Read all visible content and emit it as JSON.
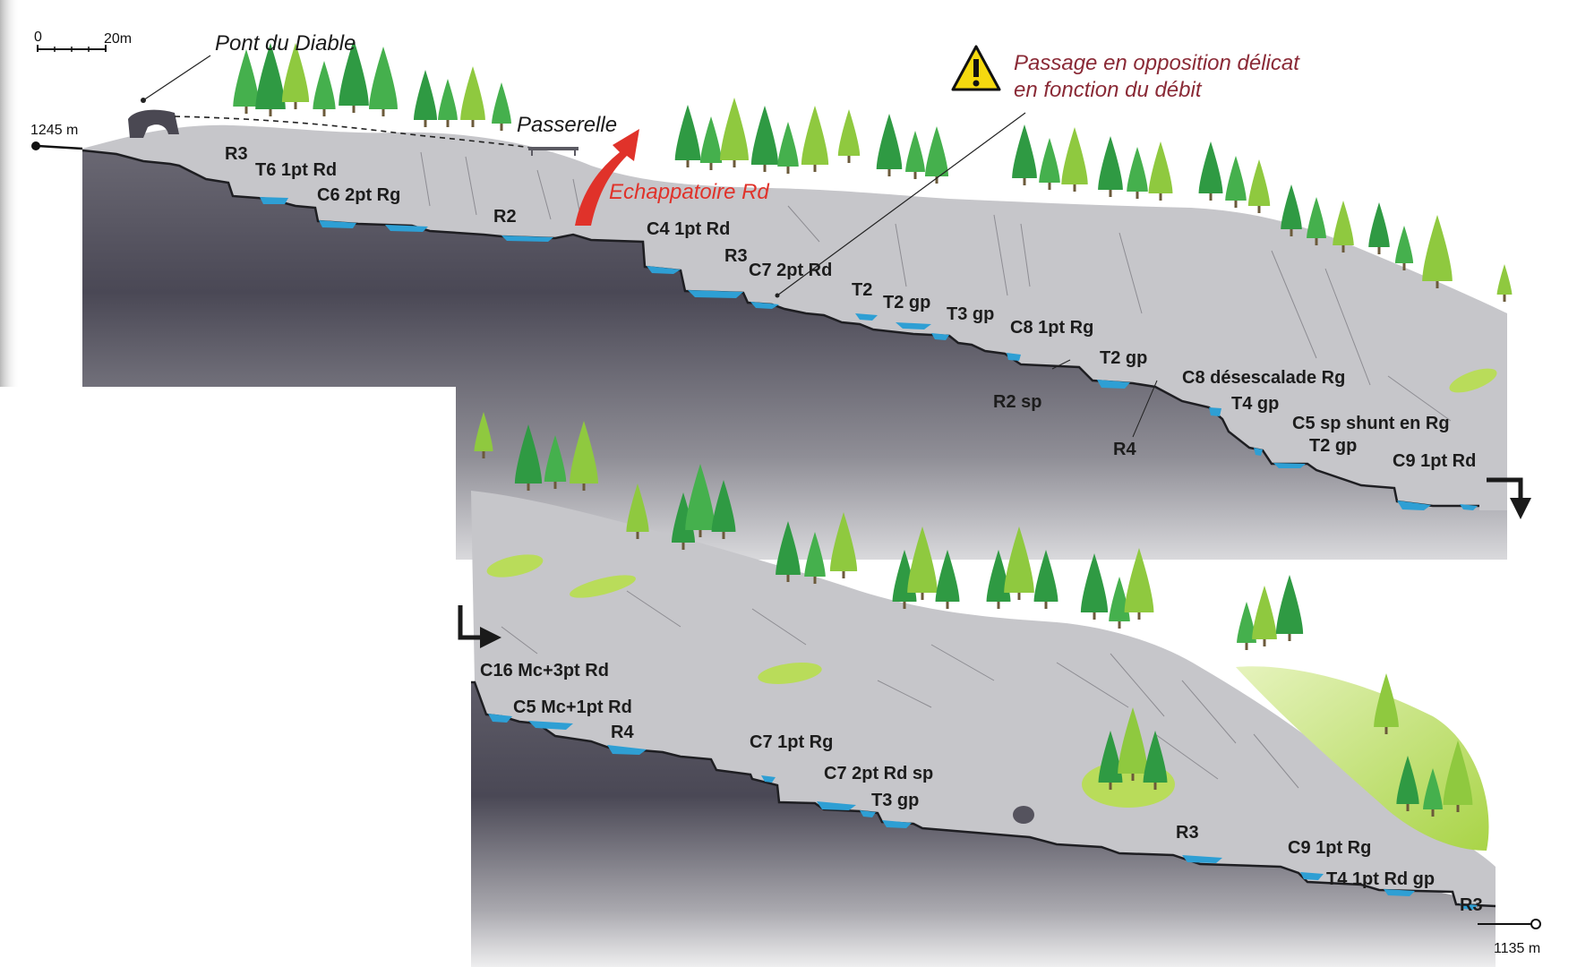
{
  "scale": {
    "zero_label": "0",
    "max_label": "20m"
  },
  "places": {
    "pont_du_diable": "Pont du Diable",
    "passerelle": "Passerelle",
    "echappatoire": "Echappatoire Rd"
  },
  "elevations": {
    "start": "1245 m",
    "end": "1135 m"
  },
  "warning": {
    "line1": "Passage en opposition délicat",
    "line2": "en fonction du débit"
  },
  "obstacles_upper": [
    {
      "id": "r3-a",
      "text": "R3"
    },
    {
      "id": "t6",
      "text": "T6 1pt Rd"
    },
    {
      "id": "c6",
      "text": "C6 2pt Rg"
    },
    {
      "id": "r2-a",
      "text": "R2"
    },
    {
      "id": "c4",
      "text": "C4 1pt Rd"
    },
    {
      "id": "r3-b",
      "text": "R3"
    },
    {
      "id": "c7-a",
      "text": "C7 2pt Rd"
    },
    {
      "id": "t2-a",
      "text": "T2"
    },
    {
      "id": "t2gp-a",
      "text": "T2 gp"
    },
    {
      "id": "t3gp-a",
      "text": "T3 gp"
    },
    {
      "id": "c8-a",
      "text": "C8 1pt Rg"
    },
    {
      "id": "t2gp-b",
      "text": "T2 gp"
    },
    {
      "id": "r2sp",
      "text": "R2 sp"
    },
    {
      "id": "c8-b",
      "text": "C8 désescalade Rg"
    },
    {
      "id": "t4gp",
      "text": "T4 gp"
    },
    {
      "id": "r4-a",
      "text": "R4"
    },
    {
      "id": "c5sp",
      "text": "C5 sp shunt en Rg"
    },
    {
      "id": "t2gp-c",
      "text": "T2 gp"
    },
    {
      "id": "c9-a",
      "text": "C9 1pt Rd"
    }
  ],
  "obstacles_lower": [
    {
      "id": "c16",
      "text": "C16 Mc+3pt Rd"
    },
    {
      "id": "c5mc",
      "text": "C5 Mc+1pt Rd"
    },
    {
      "id": "r4-b",
      "text": "R4"
    },
    {
      "id": "c7-b",
      "text": "C7 1pt Rg"
    },
    {
      "id": "c7-c",
      "text": "C7 2pt Rd sp"
    },
    {
      "id": "t3gp-b",
      "text": "T3 gp"
    },
    {
      "id": "r3-c",
      "text": "R3"
    },
    {
      "id": "c9-b",
      "text": "C9 1pt Rg"
    },
    {
      "id": "t4-b",
      "text": "T4 1pt Rd gp"
    },
    {
      "id": "r3-d",
      "text": "R3"
    }
  ],
  "colors": {
    "rock_light": "#c6c6ca",
    "rock_dark": "#3e3c47",
    "water": "#2e9fd4",
    "tree_dark": "#2f9a43",
    "tree_mid": "#45b04d",
    "tree_light": "#8fc93f",
    "meadow": "#b9dc5a",
    "warning_text": "#8a2a36",
    "exit_red": "#e0322a"
  }
}
